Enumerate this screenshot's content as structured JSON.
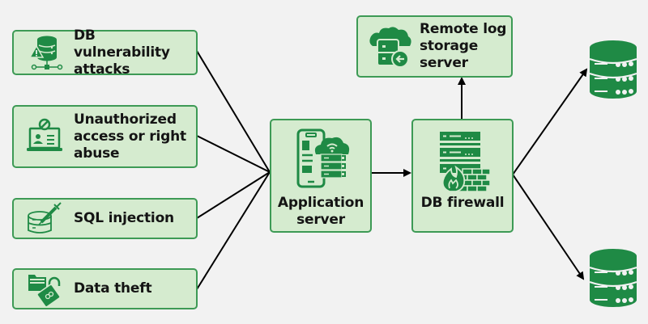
{
  "diagram": {
    "threats": [
      {
        "label": "DB vulnerability attacks",
        "lines": [
          "DB vulnerability",
          "attacks"
        ],
        "icon": "database-warning-icon"
      },
      {
        "label": "Unauthorized access or right abuse",
        "lines": [
          "Unauthorized",
          "access or right",
          "abuse"
        ],
        "icon": "laptop-user-blocked-icon"
      },
      {
        "label": "SQL injection",
        "lines": [
          "SQL injection"
        ],
        "icon": "database-syringe-icon"
      },
      {
        "label": "Data theft",
        "lines": [
          "Data theft"
        ],
        "icon": "folder-unlocked-padlock-icon"
      }
    ],
    "app_server": {
      "lines": [
        "Application",
        "server"
      ],
      "icon": "mobile-cloud-server-icon"
    },
    "db_firewall": {
      "lines": [
        "DB firewall"
      ],
      "icon": "server-firewall-icon"
    },
    "remote_log": {
      "lines": [
        "Remote log",
        "storage",
        "server"
      ],
      "icon": "cloud-server-backup-icon"
    },
    "databases": [
      {
        "icon": "database-icon"
      },
      {
        "icon": "database-icon"
      }
    ],
    "connections": [
      {
        "from": "DB vulnerability attacks",
        "to": "Application server",
        "arrow": false
      },
      {
        "from": "Unauthorized access or right abuse",
        "to": "Application server",
        "arrow": false
      },
      {
        "from": "SQL injection",
        "to": "Application server",
        "arrow": false
      },
      {
        "from": "Data theft",
        "to": "Application server",
        "arrow": false
      },
      {
        "from": "Application server",
        "to": "DB firewall",
        "arrow": true
      },
      {
        "from": "DB firewall",
        "to": "Remote log storage server",
        "arrow": true
      },
      {
        "from": "DB firewall",
        "to": "Database 1",
        "arrow": true
      },
      {
        "from": "DB firewall",
        "to": "Database 2",
        "arrow": true
      }
    ],
    "colors": {
      "box_fill": "#d5ebcf",
      "box_border": "#3d9a55",
      "icon_green": "#1f8a45",
      "background": "#f2f2f2",
      "line": "#000000"
    }
  }
}
